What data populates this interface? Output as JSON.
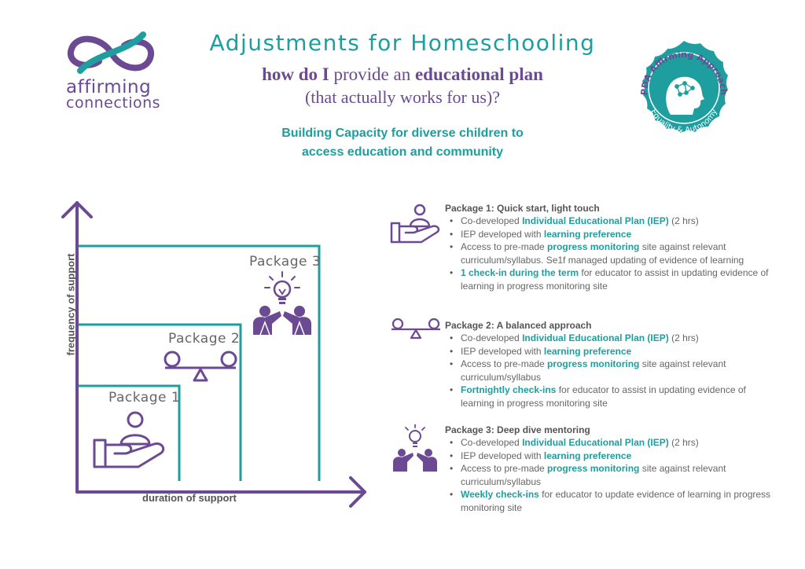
{
  "logo": {
    "line1": "affirming",
    "line2": "connections"
  },
  "header": {
    "title": "Adjustments for Homeschooling",
    "subtitle1_pre": "how do I ",
    "subtitle1_mid": "provide an",
    "subtitle1_post": " educational plan",
    "subtitle2": "(that actually works for us)?",
    "tagline1": "Building Capacity for diverse children to",
    "tagline2": "access education and community"
  },
  "badge": {
    "top_text": "PDA Affirming Approach",
    "bottom_text": "Equality & Autonomy"
  },
  "colors": {
    "teal": "#1e9e9e",
    "purple": "#6c4a93",
    "grey": "#666666"
  },
  "chart": {
    "y_axis_label": "frequency of support",
    "x_axis_label": "duration of support",
    "package_labels": [
      "Package 1",
      "Package 2",
      "Package 3"
    ]
  },
  "packages": [
    {
      "icon": "hand-person-icon",
      "heading": "Package 1: Quick start, light touch",
      "items": [
        {
          "parts": [
            {
              "t": "Co-developed "
            },
            {
              "t": "Individual Educational Plan (IEP)",
              "h": true
            },
            {
              "t": " (2 hrs)"
            }
          ]
        },
        {
          "parts": [
            {
              "t": "IEP developed with "
            },
            {
              "t": "learning preference",
              "h": true
            }
          ]
        },
        {
          "parts": [
            {
              "t": "Access to pre-made "
            },
            {
              "t": "progress monitoring",
              "h": true
            },
            {
              "t": " site against relevant curriculum/syllabus. Se1f managed updating of evidence of learning"
            }
          ]
        },
        {
          "parts": [
            {
              "t": "1 check-in during the term",
              "h": true
            },
            {
              "t": " for educator to assist in updating evidence of learning in progress monitoring site"
            }
          ]
        }
      ]
    },
    {
      "icon": "balance-scale-icon",
      "heading": "Package 2: A balanced approach",
      "items": [
        {
          "parts": [
            {
              "t": "Co-developed "
            },
            {
              "t": "Individual Educational Plan (IEP)",
              "h": true
            },
            {
              "t": " (2 hrs)"
            }
          ]
        },
        {
          "parts": [
            {
              "t": "IEP developed with "
            },
            {
              "t": "learning preference",
              "h": true
            }
          ]
        },
        {
          "parts": [
            {
              "t": "Access to pre-made "
            },
            {
              "t": "progress monitoring",
              "h": true
            },
            {
              "t": " site against relevant curriculum/syllabus"
            }
          ]
        },
        {
          "parts": [
            {
              "t": "Fortnightly check-ins",
              "h": true
            },
            {
              "t": " for educator to assist in updating evidence of learning in progress monitoring site"
            }
          ]
        }
      ]
    },
    {
      "icon": "mentoring-lightbulb-icon",
      "heading": "Package 3: Deep dive mentoring",
      "items": [
        {
          "parts": [
            {
              "t": "Co-developed "
            },
            {
              "t": "Individual Educational Plan (IEP)",
              "h": true
            },
            {
              "t": " (2 hrs)"
            }
          ]
        },
        {
          "parts": [
            {
              "t": "IEP developed with "
            },
            {
              "t": "learning preference",
              "h": true
            }
          ]
        },
        {
          "parts": [
            {
              "t": "Access to pre-made "
            },
            {
              "t": "progress monitoring",
              "h": true
            },
            {
              "t": " site against relevant curriculum/syllabus"
            }
          ]
        },
        {
          "parts": [
            {
              "t": "Weekly check-ins",
              "h": true
            },
            {
              "t": " for educator to update evidence of learning in progress monitoring site"
            }
          ]
        }
      ]
    }
  ]
}
